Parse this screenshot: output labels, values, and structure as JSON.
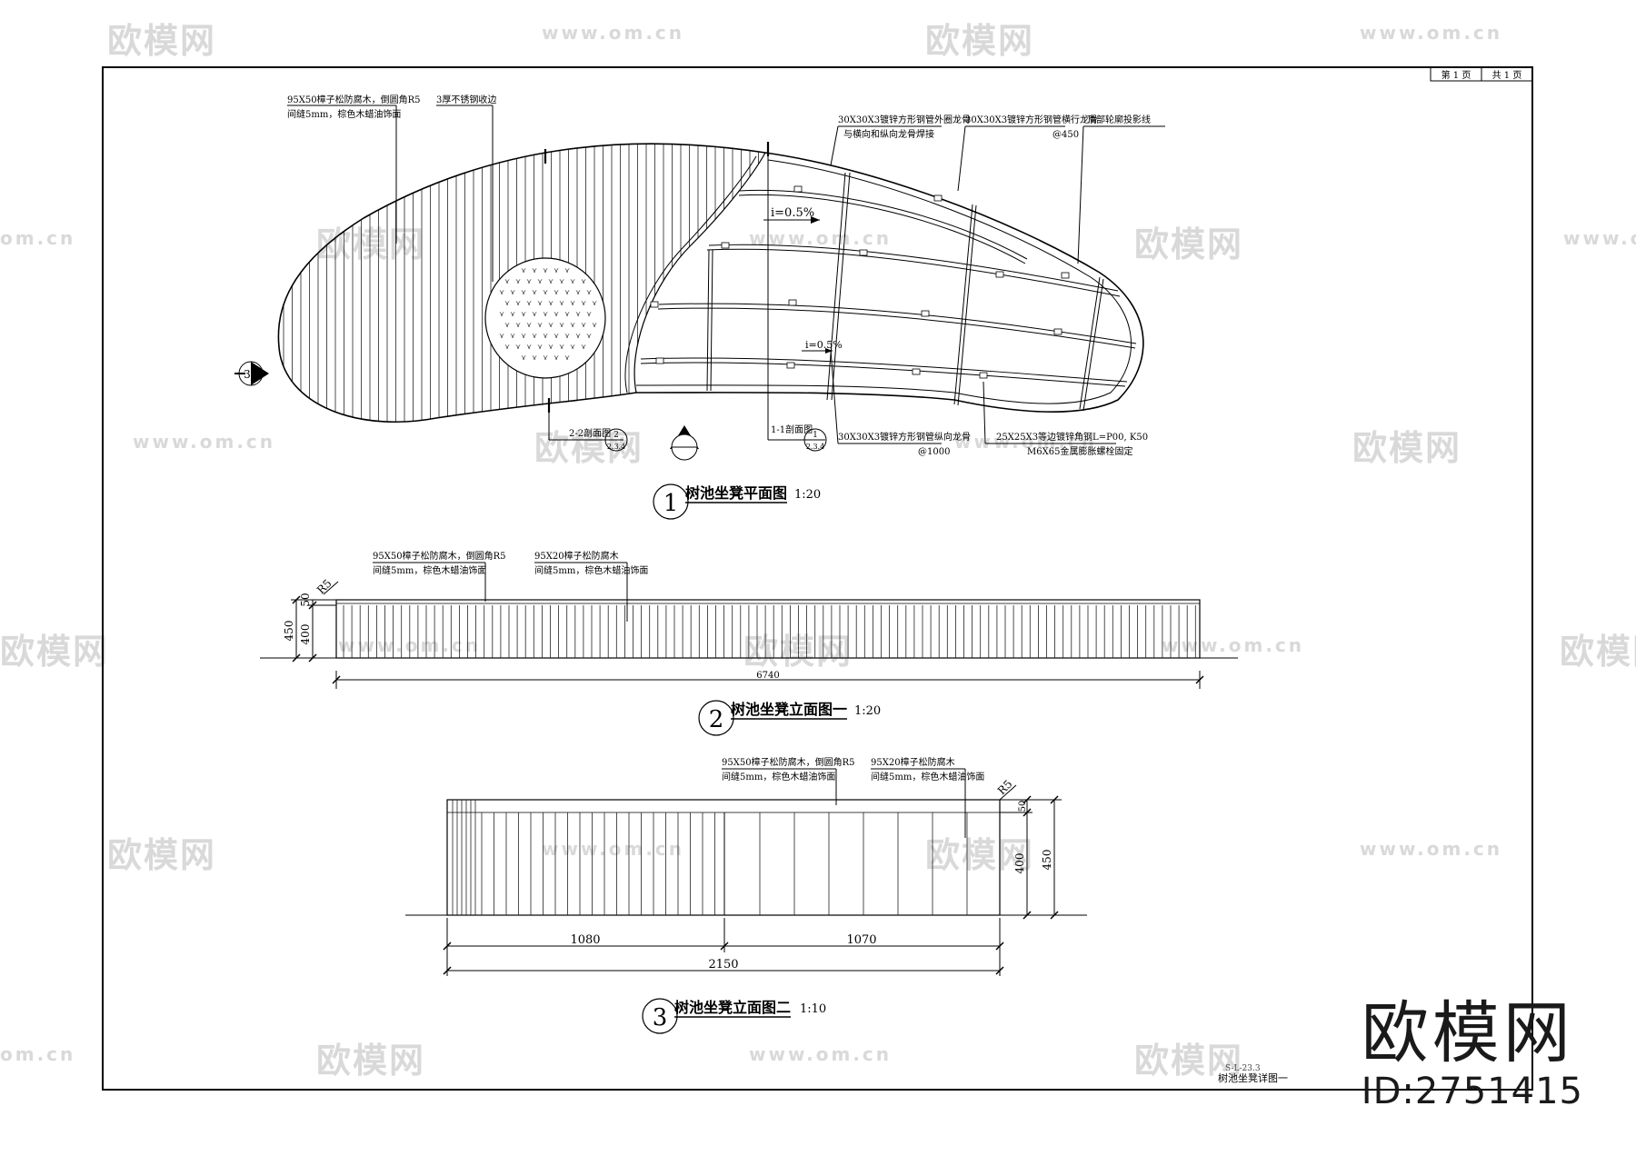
{
  "sheet": {
    "page_label": "第 1 页",
    "total_label": "共 1 页",
    "sheet_title": "树池坐凳详图一",
    "sheet_code": "S-L-23.3"
  },
  "watermark": {
    "brand_cn": "欧模网",
    "url": "www.om.cn",
    "url_short": "om.cn",
    "id": "ID:2751415"
  },
  "plan": {
    "number": "1",
    "title": "树池坐凳平面图",
    "scale": "1:20",
    "notes": {
      "wood_top": [
        "95X50樟子松防腐木，倒圆角R5",
        "间缝5mm，棕色木蜡油饰面"
      ],
      "edge": "3厚不锈钢收边",
      "outer_keel": [
        "30X30X3镀锌方形钢管外圈龙骨",
        "与横向和纵向龙骨焊接"
      ],
      "cross_keel": [
        "30X30X3镀锌方形钢管横行龙骨",
        "@450"
      ],
      "contour": "顶部轮廓投影线",
      "long_keel": [
        "30X30X3镀锌方形钢管纵向龙骨",
        "@1000"
      ],
      "angle": [
        "25X25X3等边镀锌角钢L=P00, K50",
        "M6X65金属膨胀螺栓固定"
      ]
    },
    "slope_top": "i=0.5%",
    "slope_bottom": "i=0.5%",
    "section_22": "2-2剖面图",
    "section_11": "1-1剖面图",
    "ref_2": "2",
    "ref_1": "1",
    "ref_sheet": "2.3.4",
    "marker_3": "3"
  },
  "elev1": {
    "number": "2",
    "title": "树池坐凳立面图一",
    "scale": "1:20",
    "note_a": [
      "95X50樟子松防腐木，倒圆角R5",
      "间缝5mm，棕色木蜡油饰面"
    ],
    "note_b": [
      "95X20樟子松防腐木",
      "间缝5mm，棕色木蜡油饰面"
    ],
    "dim_total": "6740",
    "dim_height": "450",
    "dim_top": "50",
    "dim_body": "400",
    "radius": "R5"
  },
  "elev2": {
    "number": "3",
    "title": "树池坐凳立面图二",
    "scale": "1:10",
    "note_a": [
      "95X50樟子松防腐木，倒圆角R5",
      "间缝5mm，棕色木蜡油饰面"
    ],
    "note_b": [
      "95X20樟子松防腐木",
      "间缝5mm，棕色木蜡油饰面"
    ],
    "dim_left": "1080",
    "dim_right": "1070",
    "dim_total": "2150",
    "dim_top": "50",
    "dim_body": "400",
    "dim_height": "450",
    "radius": "R5"
  }
}
